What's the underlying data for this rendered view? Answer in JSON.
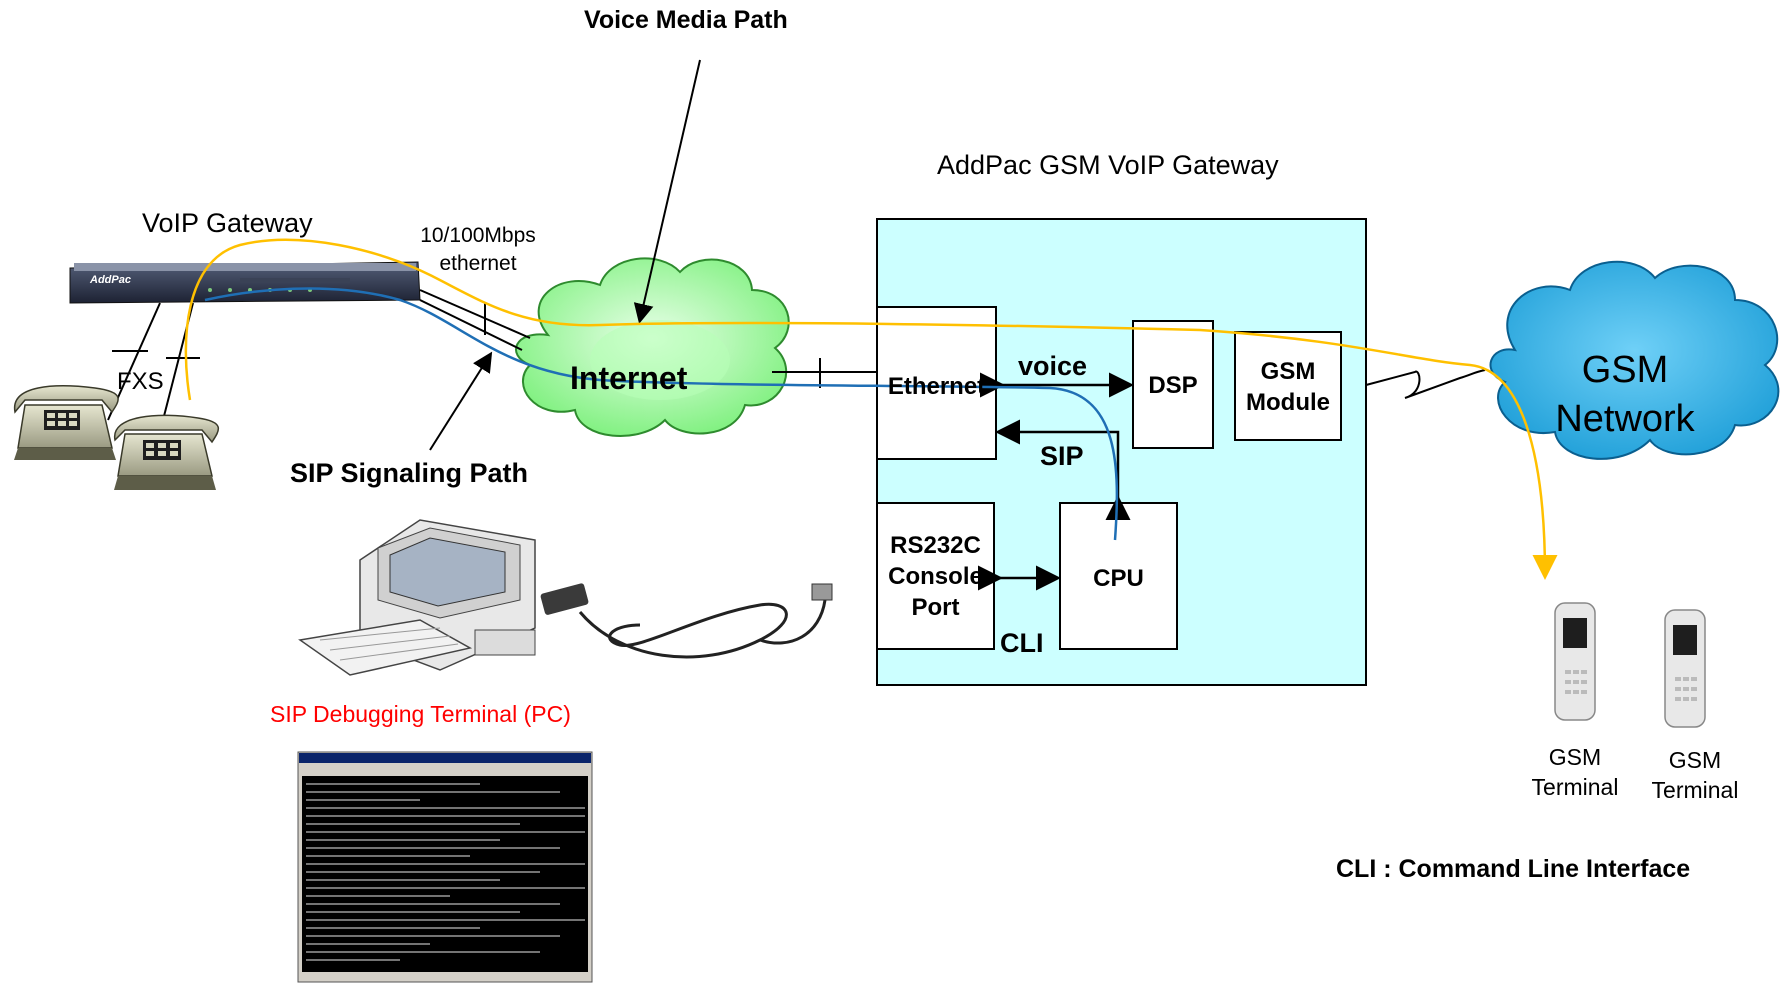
{
  "labels": {
    "voice_media_path": "Voice Media Path",
    "addpac_gateway_title": "AddPac GSM  VoIP Gateway",
    "voip_gateway": "VoIP Gateway",
    "ethernet_speed_line1": "10/100Mbps",
    "ethernet_speed_line2": "ethernet",
    "fxs": "FXS",
    "internet": "Internet",
    "sip_signaling_path": "SIP Signaling Path",
    "sip_debugging_terminal": "SIP Debugging Terminal (PC)",
    "gsm_network_line1": "GSM",
    "gsm_network_line2": "Network",
    "gsm_terminal_1_line1": "GSM",
    "gsm_terminal_1_line2": "Terminal",
    "gsm_terminal_2_line1": "GSM",
    "gsm_terminal_2_line2": "Terminal",
    "cli_legend": "CLI : Command Line Interface",
    "device_brand": "AddPac"
  },
  "blocks": {
    "ethernet": "Ethernet",
    "dsp": "DSP",
    "gsm_module_line1": "GSM",
    "gsm_module_line2": "Module",
    "rs232c_line1": "RS232C",
    "rs232c_line2": "Console",
    "rs232c_line3": "Port",
    "cpu": "CPU",
    "voice": "voice",
    "sip": "SIP",
    "cli": "CLI"
  },
  "colors": {
    "gateway_box_fill": "#ccffff",
    "internet_cloud_fill": "#99ff99",
    "gsm_cloud_fill": "#33b5e5",
    "voice_path": "#ffc000",
    "sip_path": "#1f6fb5",
    "debug_label": "#ff0000"
  }
}
